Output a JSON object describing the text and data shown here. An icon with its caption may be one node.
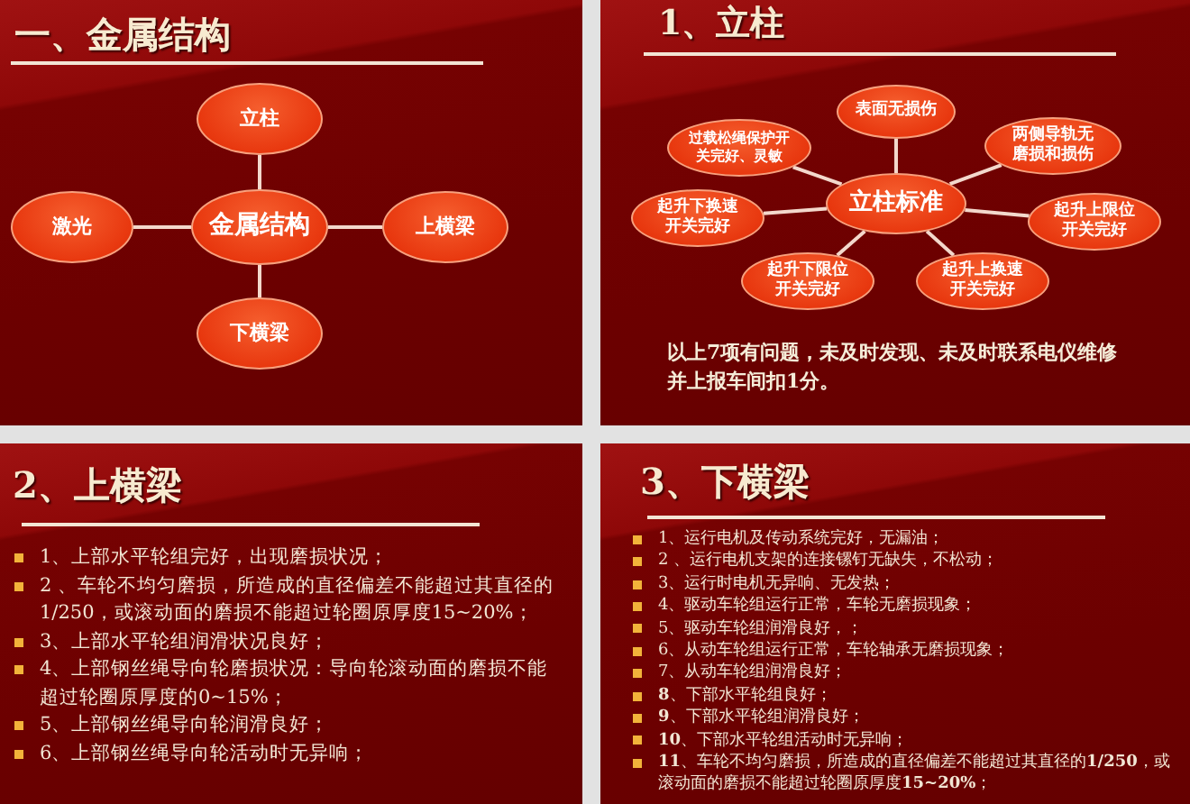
{
  "diagram": {
    "nodes": [
      {
        "text": [
          "一、金属结构"
        ]
      },
      {
        "text": [
          "立柱"
        ],
        "in": 0
      },
      {
        "text": [
          "激光"
        ],
        "in": 0
      },
      {
        "text": [
          "金属结构"
        ],
        "in": 0
      },
      {
        "text": [
          "上横梁"
        ],
        "in": 0
      },
      {
        "text": [
          "下横梁"
        ],
        "in": 0
      },
      {
        "text": [
          "1、立柱",
          "以上7项有问题，未及时发现、未及时联系电仪维修并上报车间扣1分。"
        ]
      },
      {
        "text": [
          "表面无损伤"
        ],
        "in": 6
      },
      {
        "text": [
          "过载松绳保护开关完好、灵敏"
        ],
        "in": 6
      },
      {
        "text": [
          "两侧导轨无磨损和损伤"
        ],
        "in": 6
      },
      {
        "text": [
          "起升下换速开关完好"
        ],
        "in": 6
      },
      {
        "text": [
          "立柱标准"
        ],
        "in": 6
      },
      {
        "text": [
          "起升上限位开关完好"
        ],
        "in": 6
      },
      {
        "text": [
          "起升下限位开关完好"
        ],
        "in": 6
      },
      {
        "text": [
          "起升上换速开关完好"
        ],
        "in": 6
      },
      {
        "text": [
          "2、上横梁",
          "1、上部水平轮组完好，出现磨损状况；",
          "2 、车轮不均匀磨损，所造成的直径偏差不能超过其直径的1/250，或滚动面的磨损不能超过轮圈原厚度15~20%；",
          "3、上部水平轮组润滑状况良好；",
          "4、上部钢丝绳导向轮磨损状况：导向轮滚动面的磨损不能超过轮圈原厚度的0~15%；",
          "5、上部钢丝绳导向轮润滑良好；",
          "6、上部钢丝绳导向轮活动时无异响；"
        ]
      },
      {
        "text": [
          "3、下横梁",
          "1、运行电机及传动系统完好，无漏油；",
          "2 、运行电机支架的连接镙钉无缺失，不松动；",
          "3、运行时电机无异响、无发热；",
          "4、驱动车轮组运行正常，车轮无磨损现象；",
          "5、驱动车轮组润滑良好，；",
          "6、从动车轮组运行正常，车轮轴承无磨损现象；",
          "7、从动车轮组润滑良好；",
          "**8**、下部水平轮组良好；",
          "**9**、下部水平轮组润滑良好；",
          "**10**、下部水平轮组活动时无异响；",
          "**11**、车轮不均匀磨损，所造成的直径偏差不能超过其直径的**1/250**，或滚动面的磨损不能超过轮圈原厚度**15~20%**；"
        ]
      }
    ],
    "edges": [
      {
        "from": 3,
        "to": 1,
        "arrow": "none"
      },
      {
        "from": 3,
        "to": 2,
        "arrow": "none"
      },
      {
        "from": 3,
        "to": 4,
        "arrow": "none"
      },
      {
        "from": 3,
        "to": 5,
        "arrow": "none"
      },
      {
        "from": 11,
        "to": 7,
        "arrow": "none"
      },
      {
        "from": 11,
        "to": 8,
        "arrow": "none"
      },
      {
        "from": 11,
        "to": 9,
        "arrow": "none"
      },
      {
        "from": 11,
        "to": 10,
        "arrow": "none"
      },
      {
        "from": 11,
        "to": 12,
        "arrow": "none"
      },
      {
        "from": 11,
        "to": 13,
        "arrow": "none"
      },
      {
        "from": 11,
        "to": 14,
        "arrow": "none"
      }
    ]
  }
}
